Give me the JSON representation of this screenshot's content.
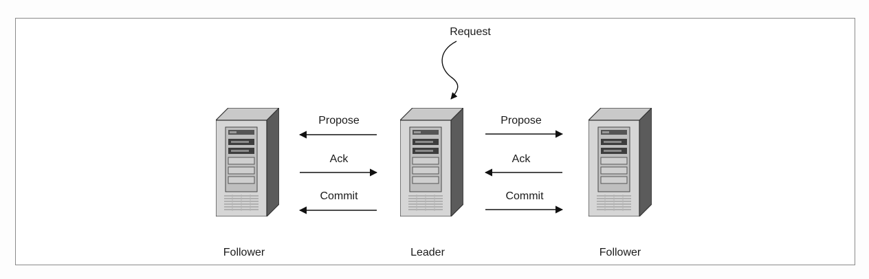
{
  "diagram": {
    "request_label": "Request",
    "nodes": {
      "left": {
        "label": "Follower"
      },
      "center": {
        "label": "Leader"
      },
      "right": {
        "label": "Follower"
      }
    },
    "messages": {
      "left": {
        "propose": "Propose",
        "ack": "Ack",
        "commit": "Commit"
      },
      "right": {
        "propose": "Propose",
        "ack": "Ack",
        "commit": "Commit"
      }
    }
  }
}
